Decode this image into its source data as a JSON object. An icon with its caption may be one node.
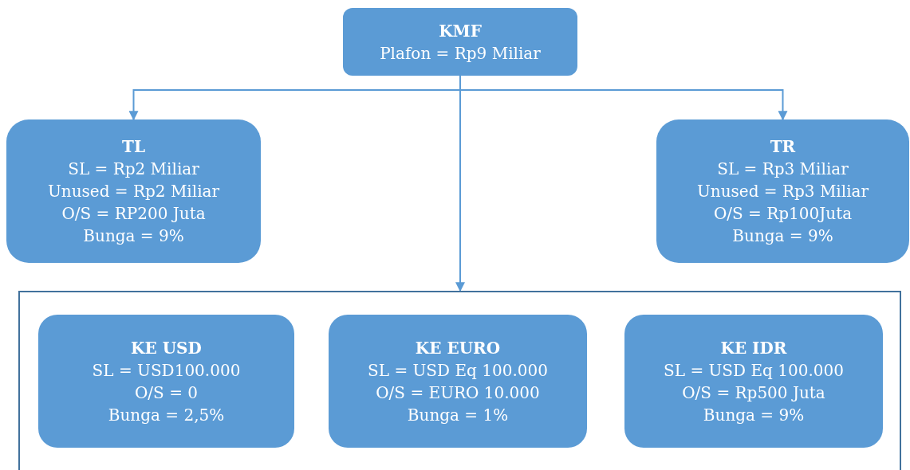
{
  "diagram": {
    "nodes": [
      {
        "text": [
          "KMF",
          "Plafon = Rp9 Miliar"
        ]
      },
      {
        "text": [
          "TL",
          "SL = Rp2 Miliar",
          "Unused = Rp2 Miliar",
          "O/S = RP200 Juta",
          "Bunga = 9%"
        ]
      },
      {
        "text": [
          "TR",
          "SL = Rp3 Miliar",
          "Unused = Rp3 Miliar",
          "O/S = Rp100Juta",
          "Bunga = 9%"
        ]
      },
      {
        "text": [],
        "shape": "box"
      },
      {
        "text": [
          "KE USD",
          "SL = USD100.000",
          "O/S = 0",
          "Bunga = 2,5%"
        ],
        "in": 3
      },
      {
        "text": [
          "KE EURO",
          "SL = USD Eq 100.000",
          "O/S = EURO 10.000",
          "Bunga = 1%"
        ],
        "in": 3
      },
      {
        "text": [
          "KE IDR",
          "SL = USD Eq 100.000",
          "O/S = Rp500 Juta",
          "Bunga = 9%"
        ],
        "in": 3
      }
    ],
    "edges": [
      {
        "from": 0,
        "to": 1,
        "arrow": "to"
      },
      {
        "from": 0,
        "to": 2,
        "arrow": "to"
      },
      {
        "from": 0,
        "to": 3,
        "arrow": "to"
      }
    ]
  }
}
